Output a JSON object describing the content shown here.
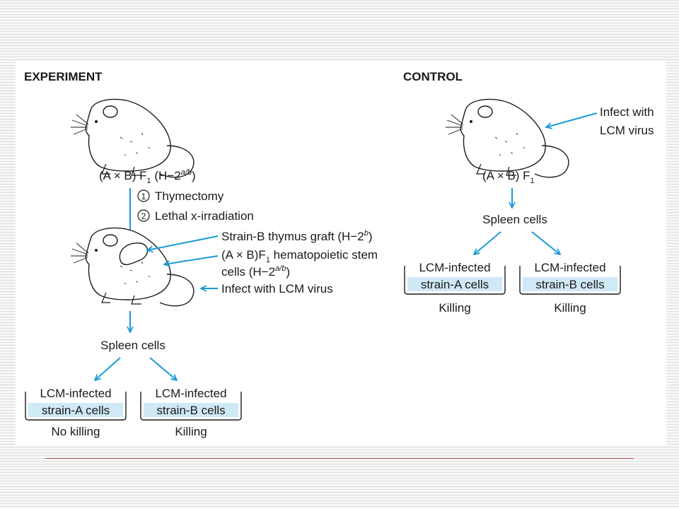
{
  "colors": {
    "arrow": "#1a9ad6",
    "dish_fill": "#cfe9f5",
    "ink": "#1a1a1a",
    "footer_rule": "#a84a4a"
  },
  "icons": [
    "mouse-icon",
    "thymus-graft-icon",
    "culture-dish-icon",
    "arrow-icon",
    "step-number-icon"
  ],
  "experiment": {
    "header": "EXPERIMENT",
    "mouse_label": {
      "prefix": "(A × B) F",
      "sub": "1",
      "paren_open": " (H−2",
      "sup": "a/b",
      "paren_close": ")"
    },
    "steps": [
      {
        "number": "1",
        "label": "Thymectomy"
      },
      {
        "number": "2",
        "label": "Lethal x-irradiation"
      }
    ],
    "annotations": {
      "graft": {
        "text": "Strain-B thymus graft (H−2",
        "sup": "b",
        "close": ")"
      },
      "stem_line1": {
        "prefix": "(A × B)F",
        "sub": "1",
        "rest": " hematopoietic stem"
      },
      "stem_line2": {
        "text": "cells (H−2",
        "sup": "a/b",
        "close": ")"
      },
      "infect": "Infect with LCM virus"
    },
    "spleen": "Spleen cells",
    "dishes": [
      {
        "line1": "LCM-infected",
        "line2": "strain-A cells",
        "result": "No killing"
      },
      {
        "line1": "LCM-infected",
        "line2": "strain-B cells",
        "result": "Killing"
      }
    ]
  },
  "control": {
    "header": "CONTROL",
    "infect_line1": "Infect with",
    "infect_line2": "LCM virus",
    "mouse_label": {
      "prefix": "(A × B) F",
      "sub": "1"
    },
    "spleen": "Spleen cells",
    "dishes": [
      {
        "line1": "LCM-infected",
        "line2": "strain-A cells",
        "result": "Killing"
      },
      {
        "line1": "LCM-infected",
        "line2": "strain-B cells",
        "result": "Killing"
      }
    ]
  }
}
